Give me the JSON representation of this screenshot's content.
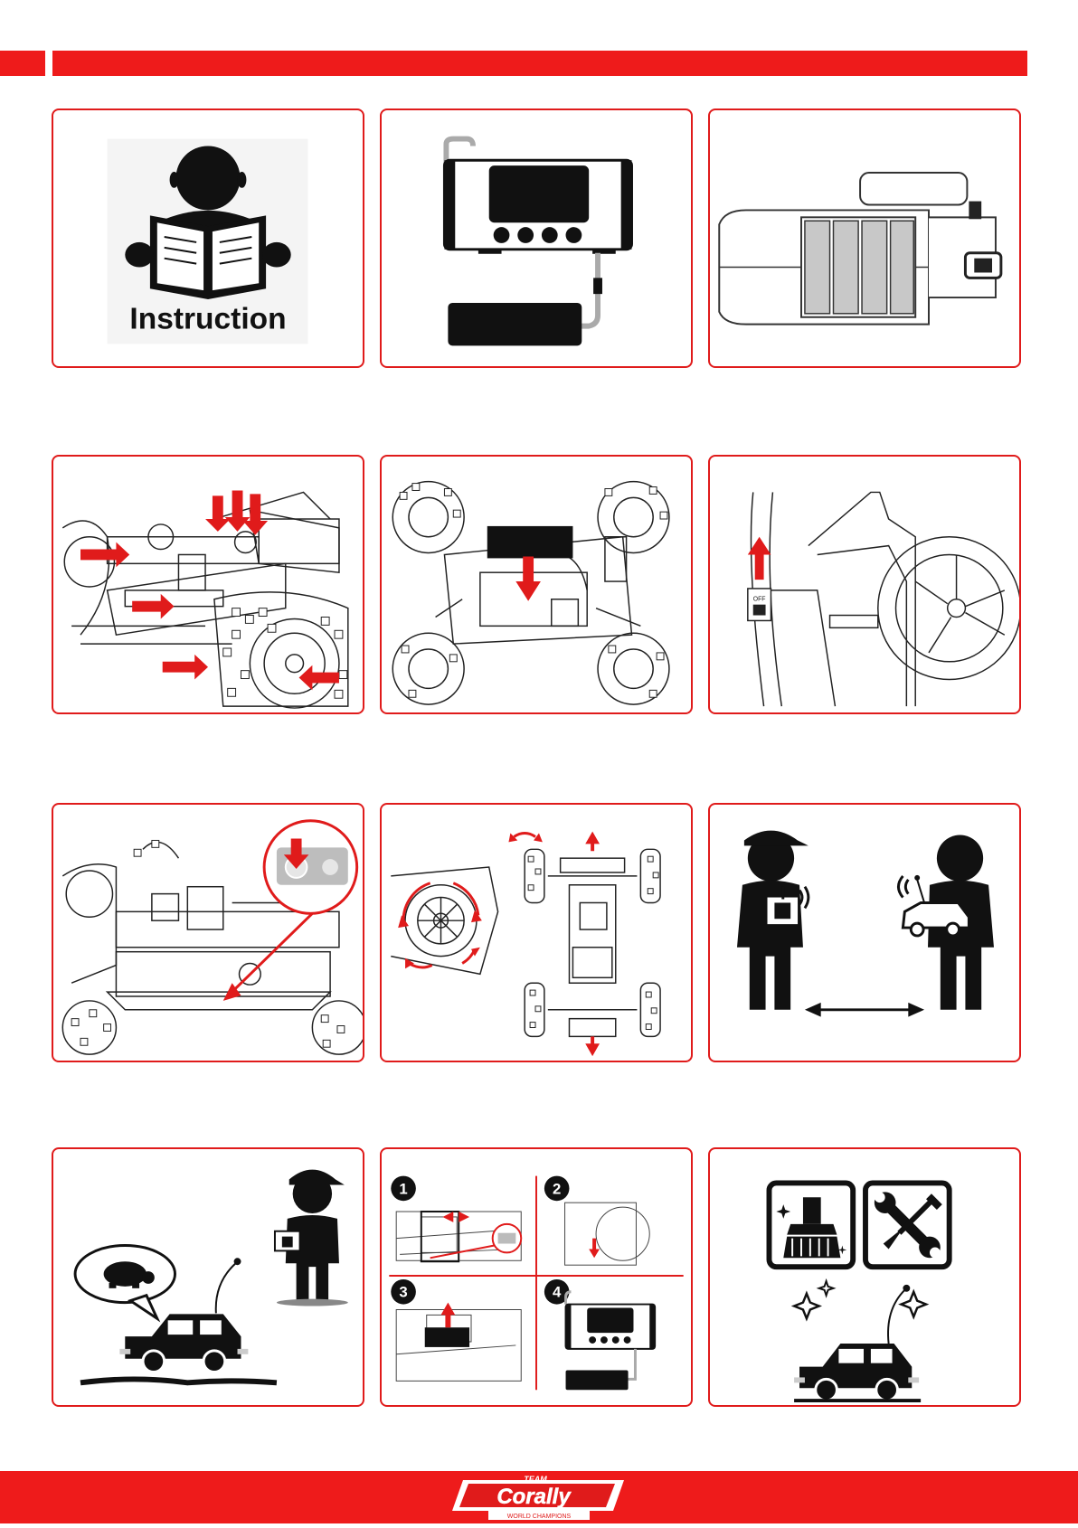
{
  "instruction_label": "Instruction",
  "switch_label": "OFF",
  "step_numbers": [
    "1",
    "2",
    "3",
    "4"
  ],
  "brand": {
    "team": "TEAM",
    "name": "Corally",
    "tagline": "WORLD CHAMPIONS"
  },
  "colors": {
    "accent": "#ee1b1b",
    "ink": "#111111"
  }
}
